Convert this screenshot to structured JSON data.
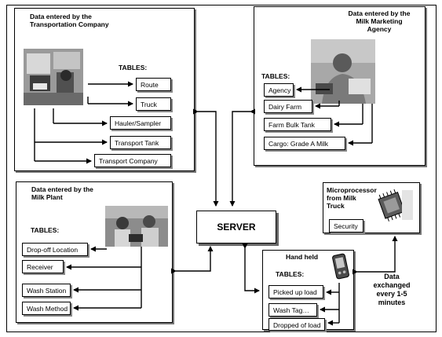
{
  "transport": {
    "title": "Data entered by the Transportation Company",
    "tables_label": "TABLES:",
    "tables": [
      "Route",
      "Truck",
      "Hauler/Sampler",
      "Transport Tank",
      "Transport Company"
    ]
  },
  "agency": {
    "title": "Data entered by the Milk Marketing Agency",
    "tables_label": "TABLES:",
    "tables": [
      "Agency",
      "Dairy Farm",
      "Farm Bulk Tank",
      "Cargo: Grade A Milk"
    ]
  },
  "plant": {
    "title": "Data entered by the Milk Plant",
    "tables_label": "TABLES:",
    "tables": [
      "Drop-off Location",
      "Receiver",
      "Wash Station",
      "Wash Method"
    ]
  },
  "server": {
    "label": "SERVER"
  },
  "microprocessor": {
    "title": "Microprocessor from Milk Truck",
    "tables": [
      "Security"
    ]
  },
  "handheld": {
    "title": "Hand held",
    "tables_label": "TABLES:",
    "tables": [
      "Picked up load",
      "Wash Tag…",
      "Dropped of load"
    ]
  },
  "exchange_note": "Data exchanged every 1-5 minutes",
  "colors": {
    "line": "#000000",
    "shadow": "#777777",
    "photo_tone": "#8a8a8a"
  }
}
